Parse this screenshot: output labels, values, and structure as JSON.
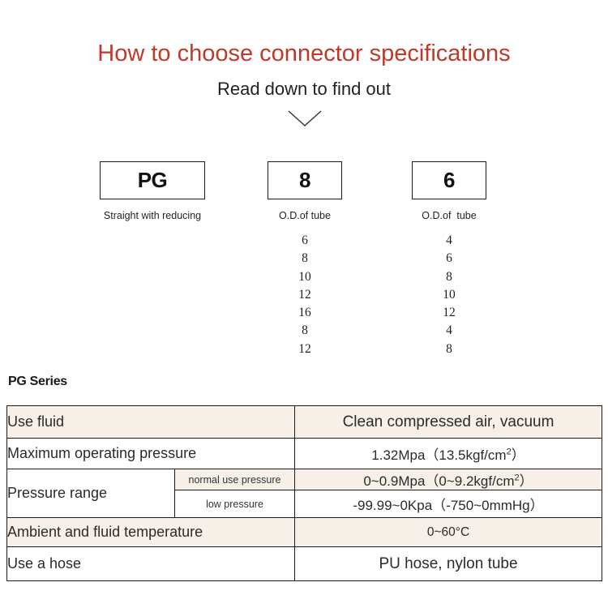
{
  "header": {
    "title": "How to choose connector specifications",
    "subtitle": "Read down to find out",
    "title_color": "#c0392b",
    "chevron_icon": "chevron-down-icon"
  },
  "selector": {
    "boxes": [
      {
        "code": "PG",
        "caption": "Straight with reducing"
      },
      {
        "code": "8",
        "caption": "O.D.of tube"
      },
      {
        "code": "6",
        "caption": "O.D.of  tube"
      }
    ],
    "columns": [
      {
        "values": [
          "6",
          "8",
          "10",
          "12",
          "16",
          "8",
          "12"
        ]
      },
      {
        "values": [
          "4",
          "6",
          "8",
          "10",
          "12",
          "4",
          "8"
        ]
      }
    ]
  },
  "spec": {
    "heading": "PG Series",
    "accent_beige": "#f7f0e8",
    "rows": [
      {
        "label": "Use fluid",
        "value": "Clean compressed air, vacuum"
      },
      {
        "label": "Maximum operating pressure",
        "value_pre": "1.32Mpa（13.5kgf/cm",
        "value_sup": "2",
        "value_post": "）"
      },
      {
        "label": "Pressure range",
        "sub": [
          {
            "sublabel": "normal use pressure",
            "value_pre": "0~0.9Mpa（0~9.2kgf/cm",
            "value_sup": "2",
            "value_post": "）"
          },
          {
            "sublabel": "low pressure",
            "value": "-99.99~0Kpa（-750~0mmHg）"
          }
        ]
      },
      {
        "label": "Ambient and fluid temperature",
        "value": "0~60°C"
      },
      {
        "label": "Use a hose",
        "value": "PU hose, nylon tube"
      }
    ]
  }
}
